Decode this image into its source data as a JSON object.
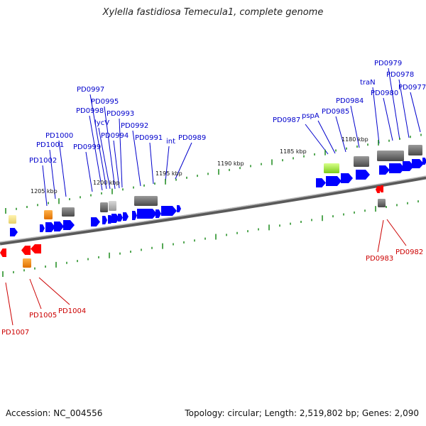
{
  "title": "Xylella fastidiosa Temecula1, complete genome",
  "footer": {
    "accession": "Accession: NC_004556",
    "summary": "Topology: circular; Length: 2,519,802 bp; Genes: 2,090"
  },
  "colors": {
    "forward_gene": "#0000ff",
    "reverse_gene": "#ff0000",
    "forward_label": "#0000cc",
    "reverse_label": "#cc0000",
    "tick": "#1a8a1a",
    "backbone": "#808080"
  },
  "kbp_labels": [
    "1205 kbp",
    "1200 kbp",
    "1195 kbp",
    "1190 kbp",
    "1185 kbp",
    "1180 kbp"
  ],
  "forward_labels": [
    "PD1002",
    "PD1001",
    "PD1000",
    "PD0999",
    "PD0998",
    "PD0997",
    "lycV",
    "PD0995",
    "PD0994",
    "PD0993",
    "PD0992",
    "PD0991",
    "int",
    "PD0989",
    "PD0987",
    "pspA",
    "PD0985",
    "PD0984",
    "traN",
    "PD0980",
    "PD0979",
    "PD0978",
    "PD0977"
  ],
  "reverse_labels": [
    "PD1007",
    "PD1005",
    "PD1004",
    "PD0983",
    "PD0982"
  ]
}
